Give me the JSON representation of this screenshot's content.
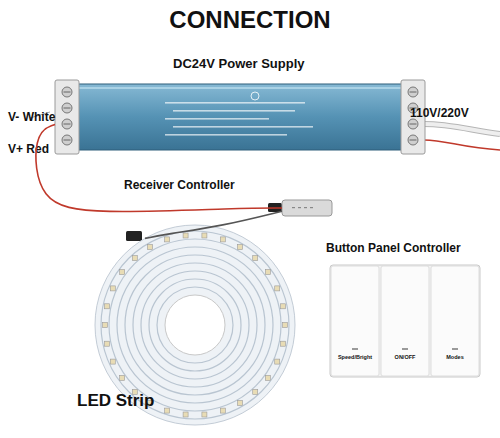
{
  "diagram": {
    "title": "CONNECTION",
    "nodes": [
      {
        "text": [
          "DC24V Power Supply"
        ]
      },
      {
        "text": [
          "Receiver Controller"
        ]
      },
      {
        "text": [
          "LED Strip"
        ]
      },
      {
        "text": [
          "Button Panel Controller"
        ]
      },
      {
        "text": [
          "Speed/Bright"
        ],
        "in": 3
      },
      {
        "text": [
          "ON/OFF"
        ],
        "in": 3
      },
      {
        "text": [
          "Modes"
        ],
        "in": 3
      }
    ],
    "edges": [
      {
        "from": 0,
        "to": 1,
        "arrow": "none"
      },
      {
        "from": 1,
        "to": 2,
        "arrow": "none"
      }
    ],
    "labels": [
      "V- White",
      "V+ Red",
      "110V/220V"
    ]
  }
}
